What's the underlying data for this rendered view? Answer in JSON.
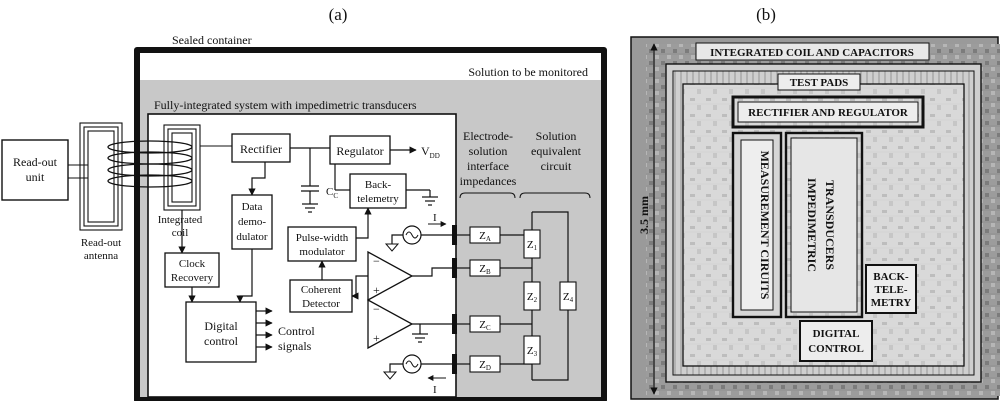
{
  "panel_a": {
    "label": "(a)",
    "sealed_container": "Sealed container",
    "solution": "Solution to be monitored",
    "system_title": "Fully-integrated system with impedimetric transducers",
    "readout_unit": [
      "Read-out",
      "unit"
    ],
    "readout_antenna": [
      "Read-out",
      "antenna"
    ],
    "integrated_coil": [
      "Integrated",
      "coil"
    ],
    "rectifier": "Rectifier",
    "regulator": "Regulator",
    "vdd": "V",
    "vdd_sub": "DD",
    "cc": "C",
    "cc_sub": "C",
    "back_telemetry": [
      "Back-",
      "telemetry"
    ],
    "data_demodulator": [
      "Data",
      "demo-",
      "dulator"
    ],
    "clock_recovery": [
      "Clock",
      "Recovery"
    ],
    "pwm": [
      "Pulse-width",
      "modulator"
    ],
    "coherent_detector": [
      "Coherent",
      "Detector"
    ],
    "digital_control": [
      "Digital",
      "control"
    ],
    "control_signals": [
      "Control",
      "signals"
    ],
    "electrode_header": [
      "Electrode-",
      "solution",
      "interface",
      "impedances"
    ],
    "equiv_header": [
      "Solution",
      "equivalent",
      "circuit"
    ],
    "current_label": "I",
    "plus": "+",
    "minus": "−",
    "z_main": "Z",
    "z_subs": [
      "A",
      "B",
      "C",
      "D"
    ],
    "z_equiv_subs": [
      "1",
      "2",
      "3",
      "4"
    ]
  },
  "panel_b": {
    "label": "(b)",
    "coil": "INTEGRATED COIL AND CAPACITORS",
    "test_pads": "TEST PADS",
    "rectifier": "RECTIFIER AND REGULATOR",
    "measurement": "MEASUREMENT CIRUITS",
    "impedimetric": [
      "IMPEDIMETRIC",
      "TRANSDUCERS"
    ],
    "backtelemetry": [
      "BACK-",
      "TELE-",
      "METRY"
    ],
    "digital": [
      "DIGITAL",
      "CONTROL"
    ],
    "dimension": "3.5 mm"
  },
  "colors": {
    "container_bg": "#c8c8c8",
    "chip_bg": "#9a9a9a",
    "chip_core": "#e3e3e3",
    "label_fill": "#f2f2f2"
  }
}
